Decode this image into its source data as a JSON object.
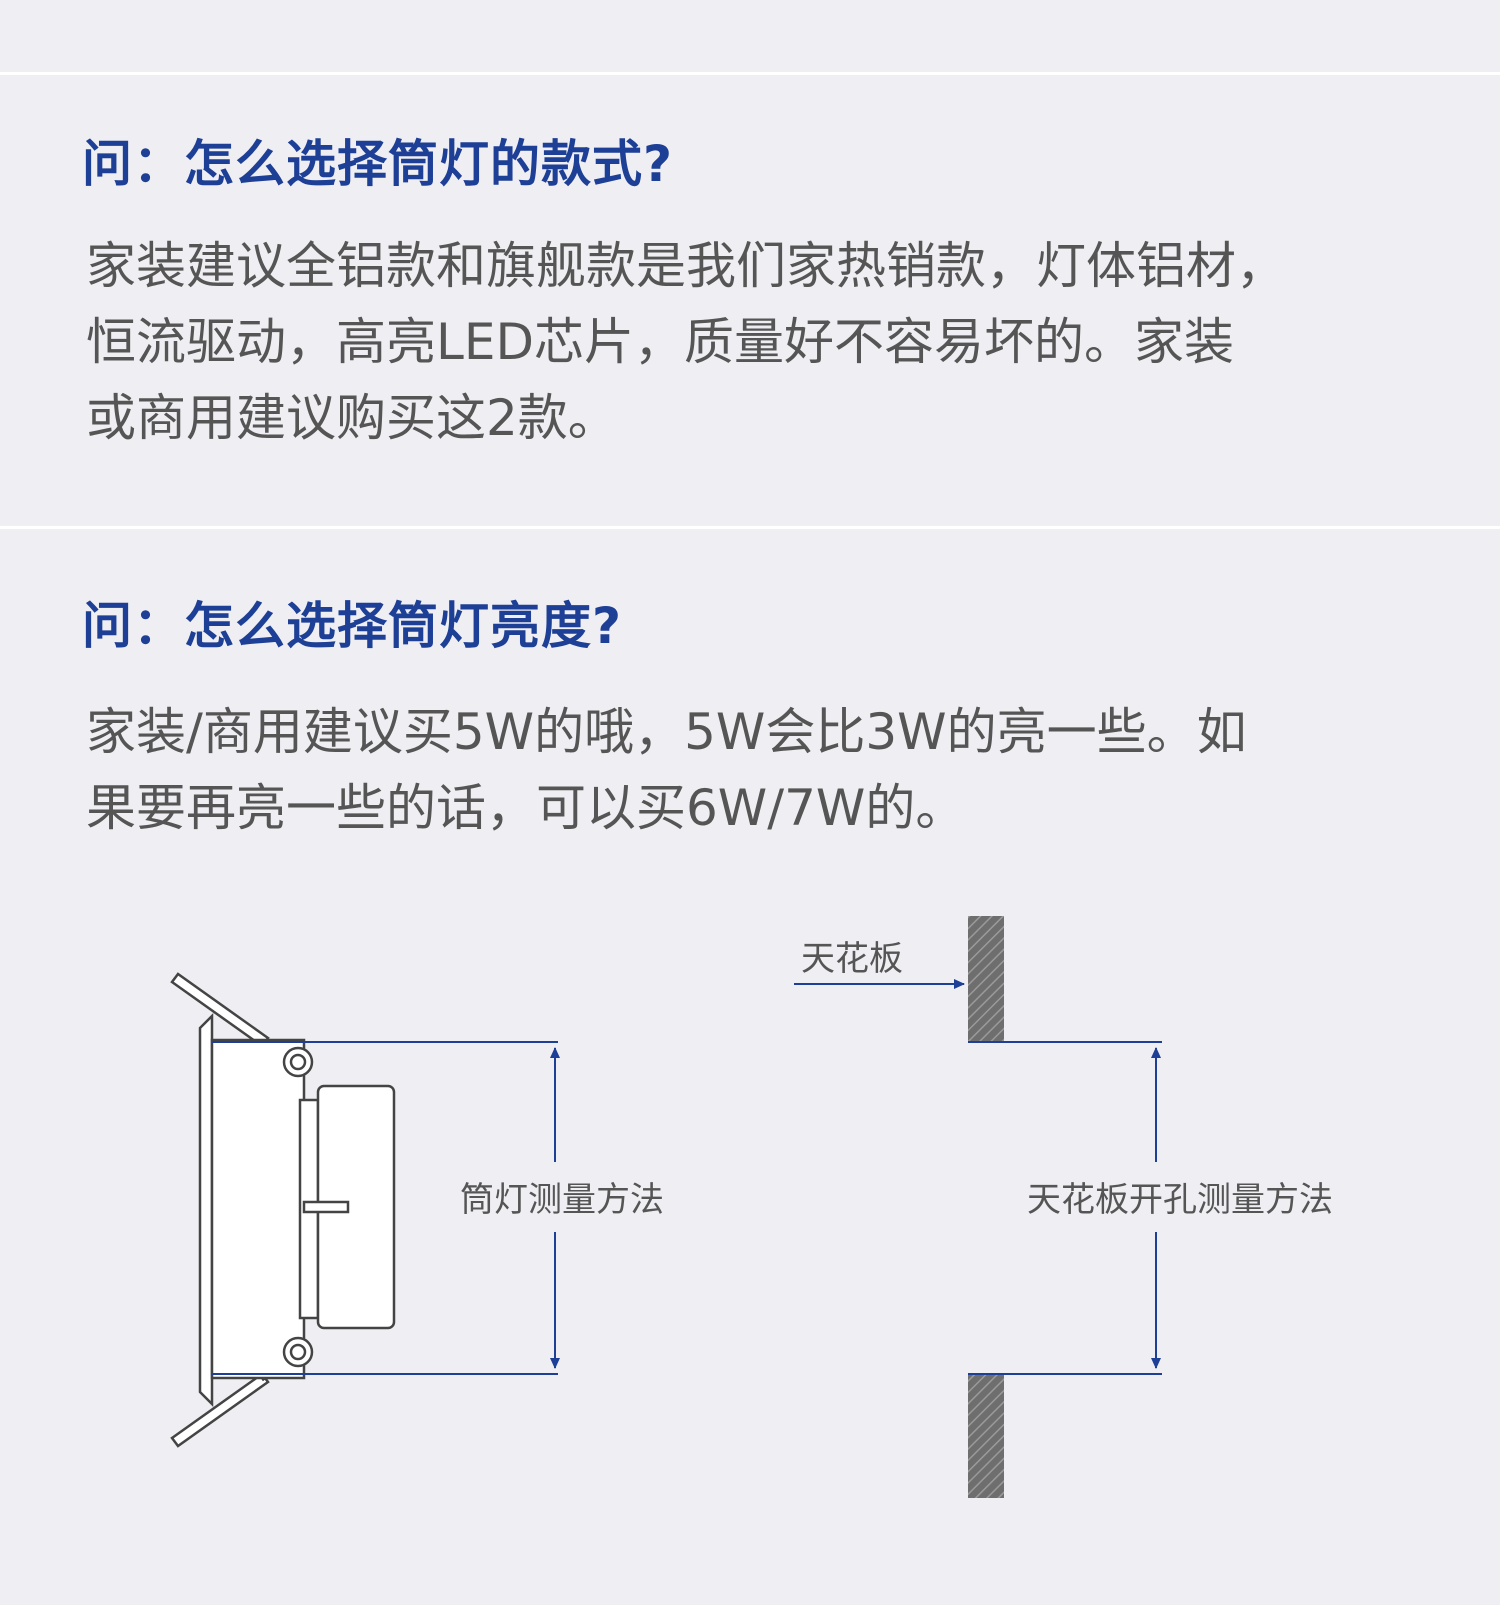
{
  "sections": [
    {
      "question": "问：怎么选择筒灯的款式?",
      "answer_lines": [
        "家装建议全铝款和旗舰款是我们家热销款，灯体铝材，",
        "恒流驱动，高亮LED芯片，质量好不容易坏的。家装",
        "或商用建议购买这2款。"
      ]
    },
    {
      "question": "问：怎么选择筒灯亮度?",
      "answer_lines": [
        "家装/商用建议买5W的哦，5W会比3W的亮一些。如",
        "果要再亮一些的话，可以买6W/7W的。"
      ]
    }
  ],
  "diagram": {
    "lamp_label": "筒灯测量方法",
    "ceiling_label": "天花板",
    "hole_label": "天花板开孔测量方法",
    "colors": {
      "accent": "#1d3f95",
      "line": "#444444",
      "text": "#555555"
    }
  }
}
